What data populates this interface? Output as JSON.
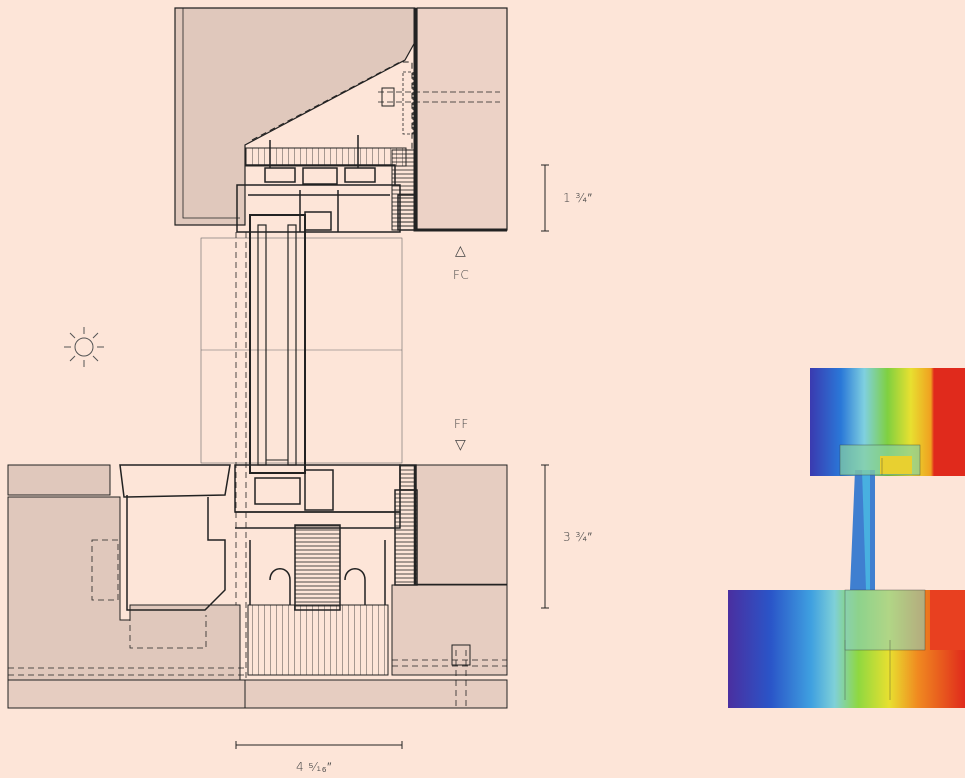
{
  "dimensions": {
    "head_height": "1 ¾″",
    "sill_height": "3 ¾″",
    "frame_depth": "4 ⁵⁄₁₆″"
  },
  "markers": {
    "fc_symbol": "△",
    "fc_label": "FC",
    "ff_label": "FF",
    "ff_symbol": "▽"
  },
  "thermal_colors": [
    "#4a2fa0",
    "#2a55c8",
    "#3fa0e0",
    "#7fd0d8",
    "#8fd840",
    "#e8e030",
    "#f08a20",
    "#e02a1c"
  ],
  "colors": {
    "background": "#fde5d8",
    "wall": "#e0c8bc",
    "line": "#222222"
  }
}
